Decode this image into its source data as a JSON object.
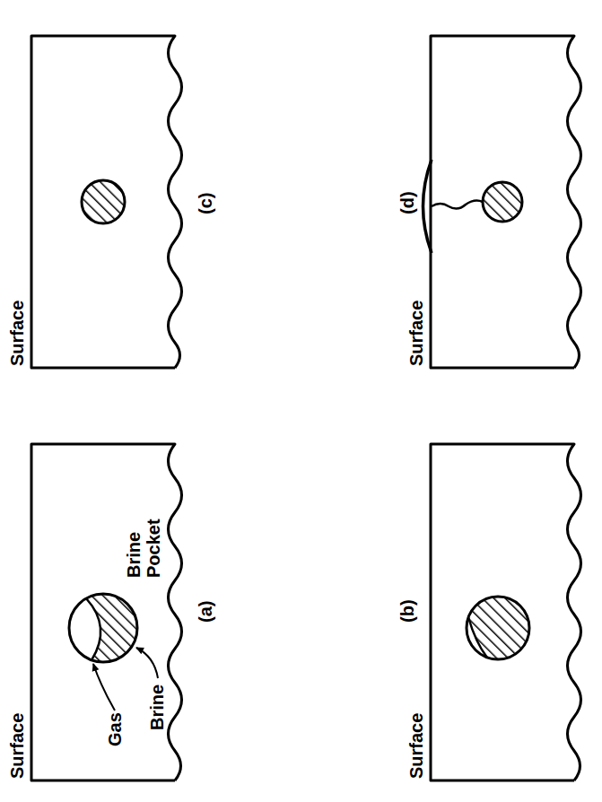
{
  "diagram": {
    "labels": [
      "Surface",
      "Gas",
      "Brine",
      "Brine Pocket",
      "(a)",
      "Surface",
      "(b)",
      "Surface",
      "(c)",
      "Surface",
      "(d)"
    ]
  }
}
